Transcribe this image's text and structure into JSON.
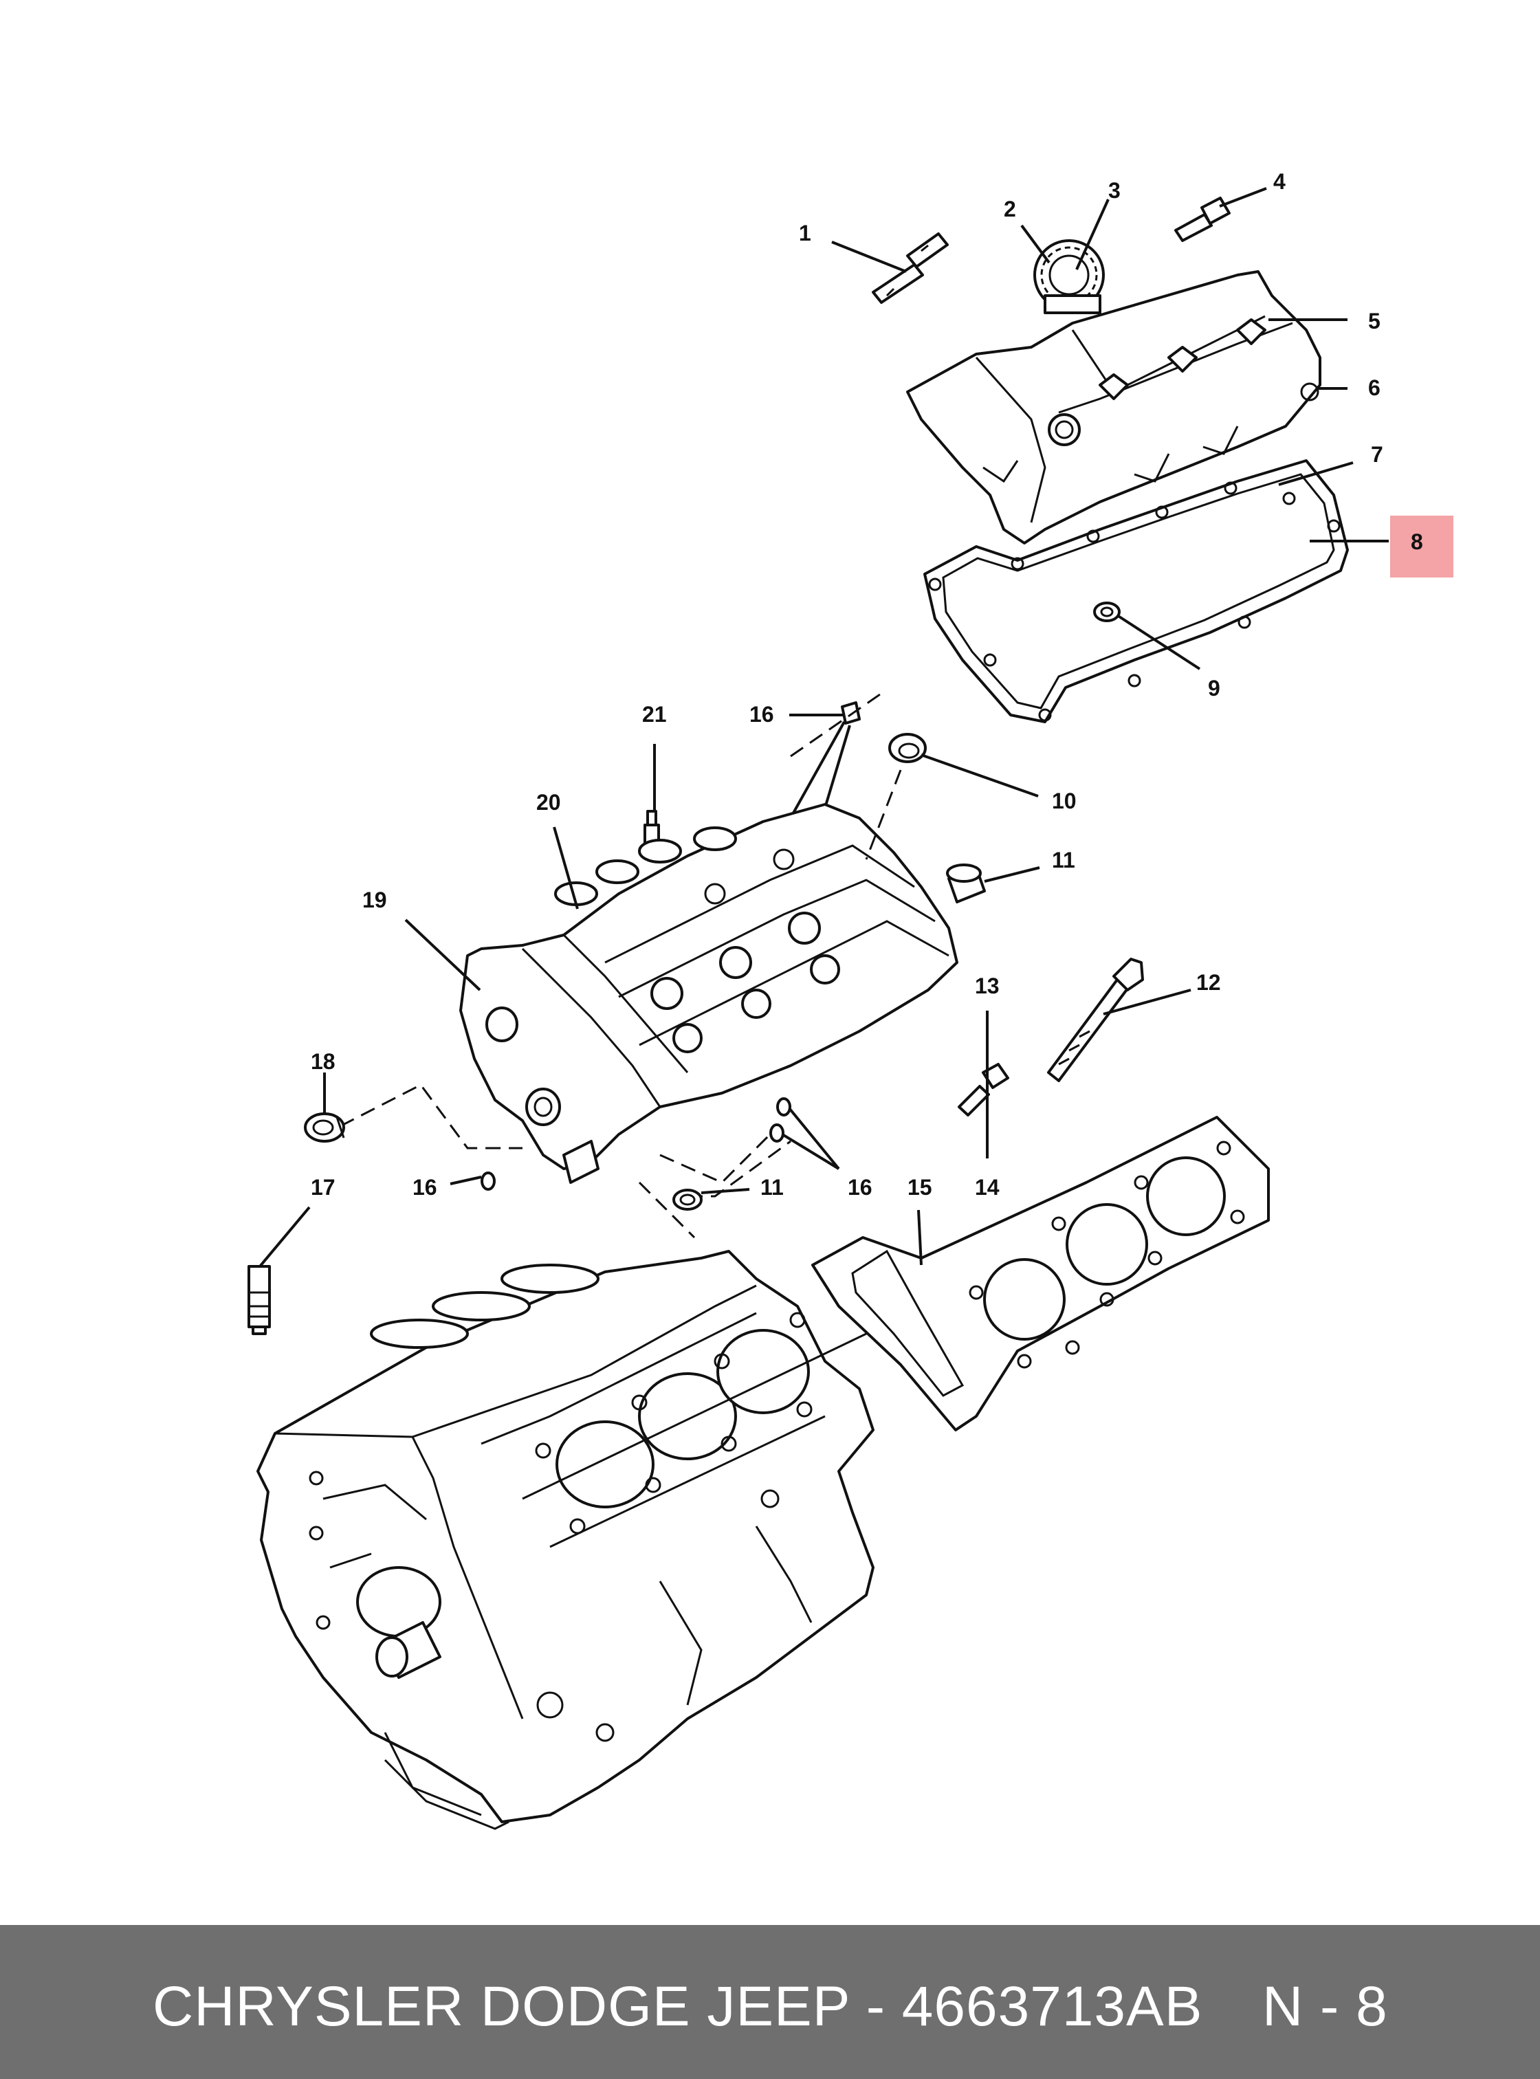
{
  "callouts": {
    "c1": "1",
    "c2": "2",
    "c3": "3",
    "c4": "4",
    "c5": "5",
    "c6": "6",
    "c7": "7",
    "c8": "8",
    "c9": "9",
    "c10": "10",
    "c11a": "11",
    "c11b": "11",
    "c12": "12",
    "c13": "13",
    "c14": "14",
    "c15": "15",
    "c16a": "16",
    "c16b": "16",
    "c16c": "16",
    "c17": "17",
    "c18": "18",
    "c19": "19",
    "c20": "20",
    "c21": "21"
  },
  "highlight": {
    "number": "8",
    "color": "#f4a3a6"
  },
  "footer": {
    "brand_part": "CHRYSLER DODGE JEEP - 4663713AB",
    "page_ref": "N - 8"
  }
}
